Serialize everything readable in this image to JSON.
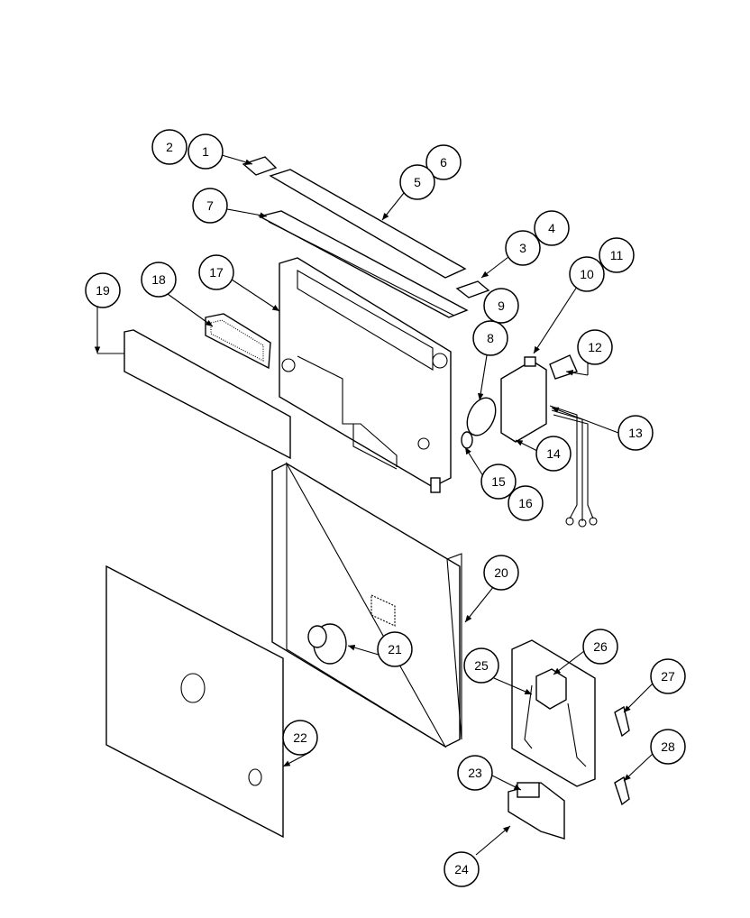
{
  "diagram": {
    "type": "exploded-parts-diagram",
    "callouts": [
      {
        "label": "2"
      },
      {
        "label": "1"
      },
      {
        "label": "6"
      },
      {
        "label": "5"
      },
      {
        "label": "7"
      },
      {
        "label": "4"
      },
      {
        "label": "3"
      },
      {
        "label": "11"
      },
      {
        "label": "10"
      },
      {
        "label": "9"
      },
      {
        "label": "17"
      },
      {
        "label": "18"
      },
      {
        "label": "19"
      },
      {
        "label": "8"
      },
      {
        "label": "12"
      },
      {
        "label": "13"
      },
      {
        "label": "14"
      },
      {
        "label": "15"
      },
      {
        "label": "16"
      },
      {
        "label": "20"
      },
      {
        "label": "21"
      },
      {
        "label": "26"
      },
      {
        "label": "25"
      },
      {
        "label": "27"
      },
      {
        "label": "22"
      },
      {
        "label": "28"
      },
      {
        "label": "23"
      },
      {
        "label": "24"
      }
    ]
  }
}
